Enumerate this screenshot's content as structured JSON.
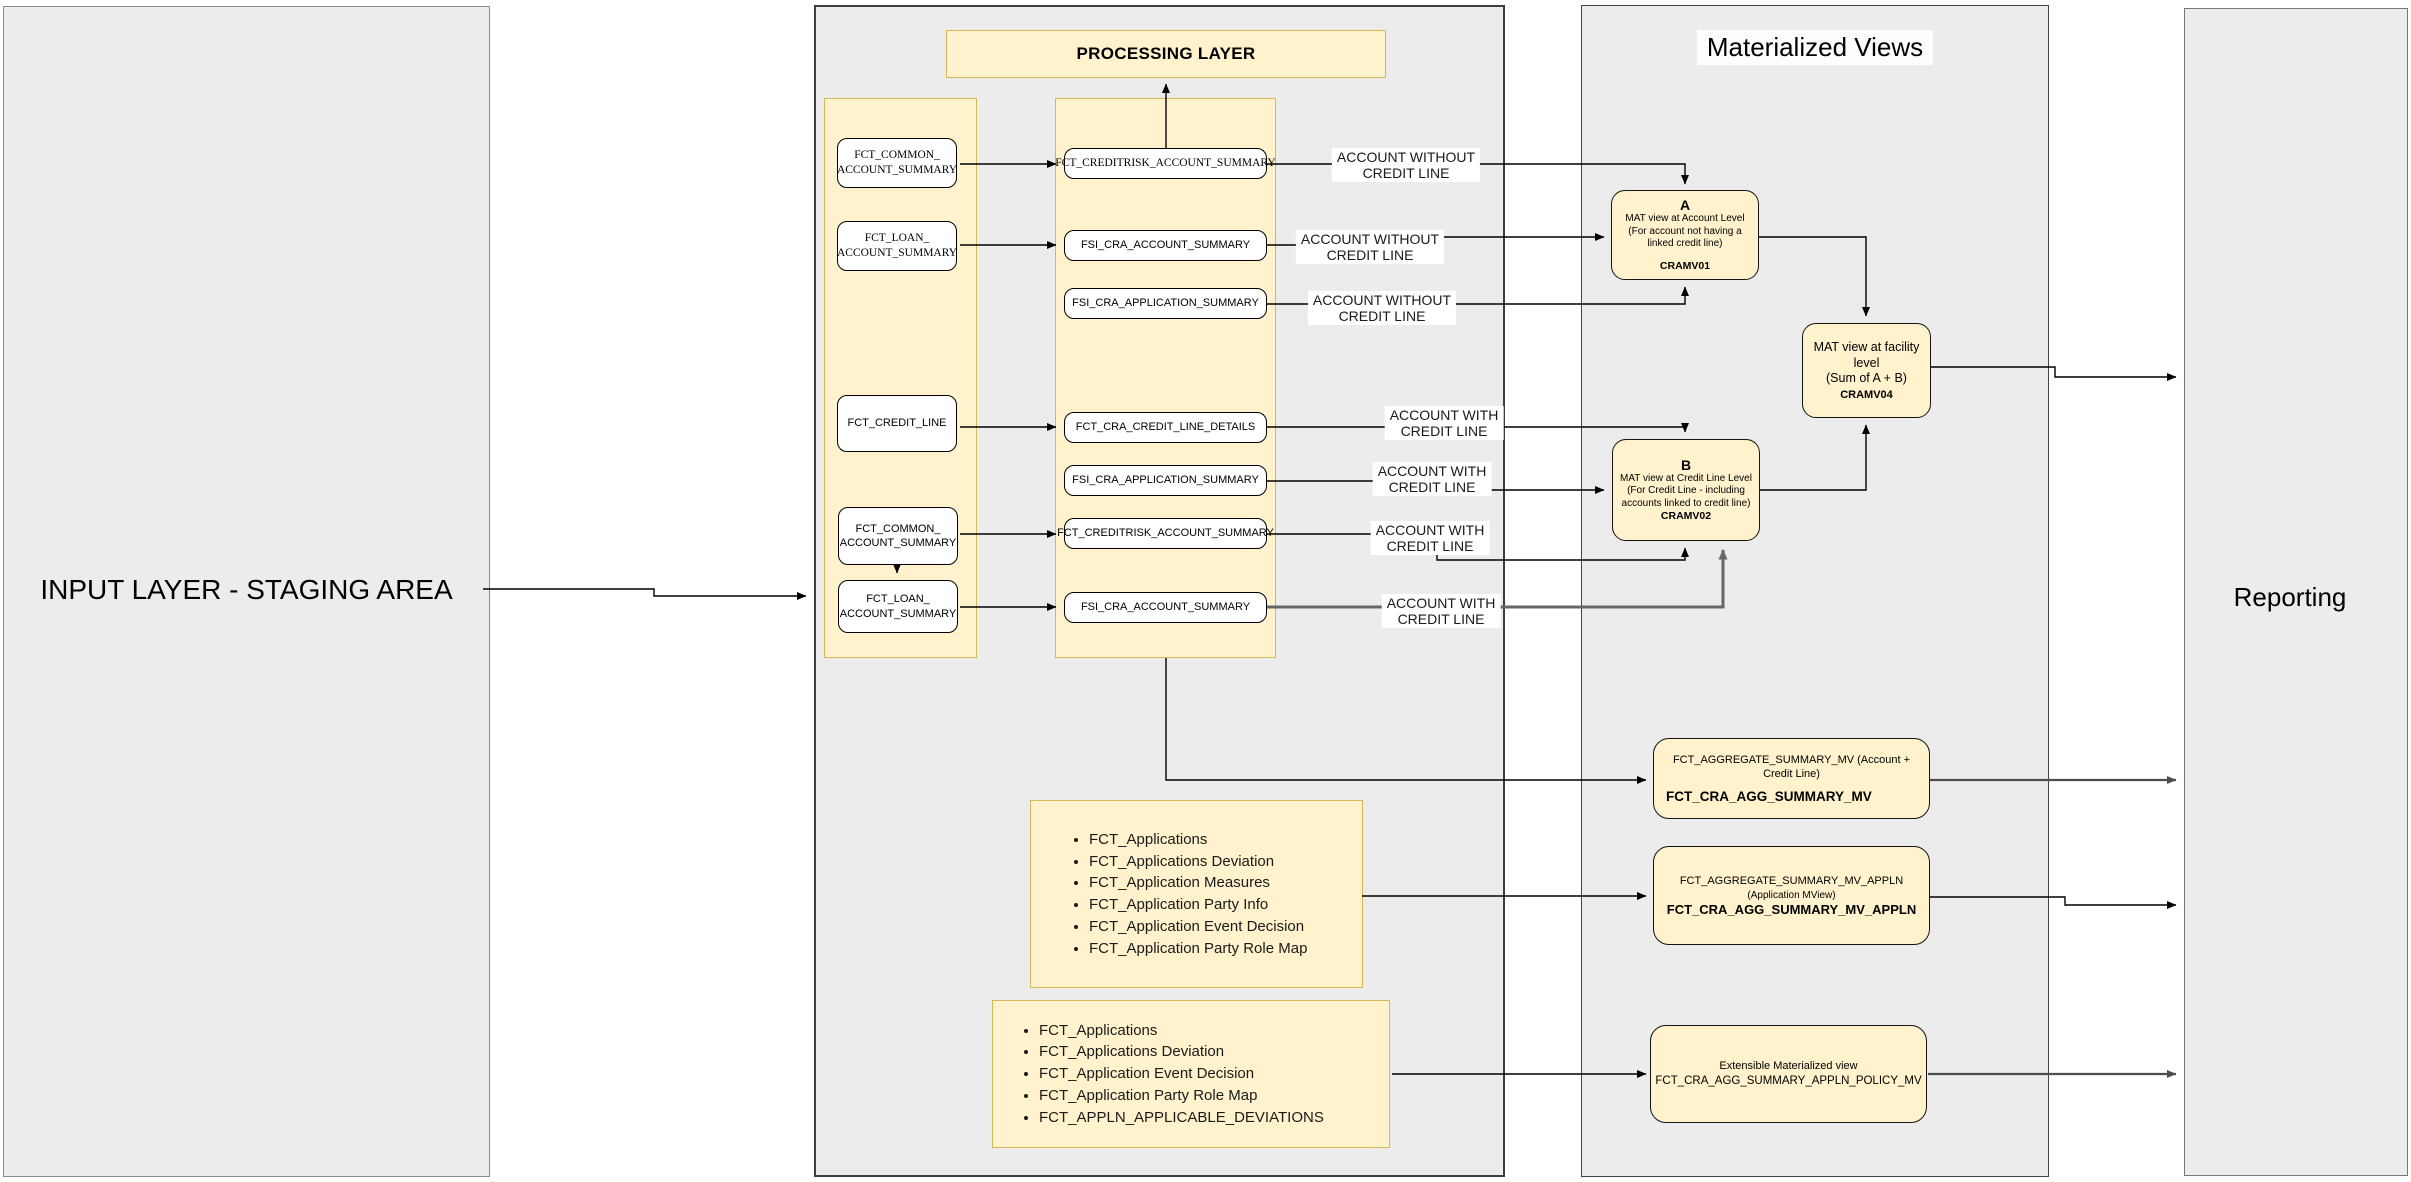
{
  "input_panel": {
    "title": "INPUT LAYER - STAGING AREA"
  },
  "processing_panel": {
    "header": "PROCESSING LAYER",
    "staging_boxes": [
      {
        "label": "FCT_COMMON_\nACCOUNT_SUMMARY"
      },
      {
        "label": "FCT_LOAN_\nACCOUNT_SUMMARY"
      },
      {
        "label": "FCT_CREDIT_LINE"
      },
      {
        "label": "FCT_COMMON_\nACCOUNT_SUMMARY"
      },
      {
        "label": "FCT_LOAN_\nACCOUNT_SUMMARY"
      }
    ],
    "processing_boxes": [
      {
        "label": "FCT_CREDITRISK_ACCOUNT_SUMMARY"
      },
      {
        "label": "FSI_CRA_ACCOUNT_SUMMARY"
      },
      {
        "label": "FSI_CRA_APPLICATION_SUMMARY"
      },
      {
        "label": "FCT_CRA_CREDIT_LINE_DETAILS"
      },
      {
        "label": "FSI_CRA_APPLICATION_SUMMARY"
      },
      {
        "label": "FCT_CREDITRISK_ACCOUNT_SUMMARY"
      },
      {
        "label": "FSI_CRA_ACCOUNT_SUMMARY"
      }
    ],
    "bullet_box_1": {
      "items": [
        "FCT_Applications",
        "FCT_Applications Deviation",
        "FCT_Application Measures",
        "FCT_Application Party Info",
        "FCT_Application Event Decision",
        "FCT_Application Party Role Map"
      ]
    },
    "bullet_box_2": {
      "items": [
        "FCT_Applications",
        "FCT_Applications Deviation",
        "FCT_Application Event Decision",
        "FCT_Application Party Role Map",
        "FCT_APPLN_APPLICABLE_DEVIATIONS"
      ]
    }
  },
  "edge_labels": [
    {
      "text": "ACCOUNT WITHOUT\nCREDIT LINE"
    },
    {
      "text": "ACCOUNT WITHOUT\nCREDIT LINE"
    },
    {
      "text": "ACCOUNT WITHOUT\nCREDIT LINE"
    },
    {
      "text": "ACCOUNT WITH\nCREDIT LINE"
    },
    {
      "text": "ACCOUNT WITH\nCREDIT LINE"
    },
    {
      "text": "ACCOUNT WITH\nCREDIT LINE"
    },
    {
      "text": "ACCOUNT WITH\nCREDIT LINE"
    }
  ],
  "mv_panel": {
    "title": "Materialized Views",
    "mat_view_a": {
      "letter": "A",
      "desc": "MAT view at Account Level\n(For account not having a linked credit line)",
      "code": "CRAMV01"
    },
    "mat_view_b": {
      "letter": "B",
      "desc": "MAT view at Credit Line Level\n(For Credit Line - including accounts linked to credit line)",
      "code": "CRAMV02"
    },
    "mat_view_facility": {
      "desc": "MAT view at facility level\n(Sum of A + B)",
      "code": "CRAMV04"
    },
    "agg_summary_mv": {
      "title": "FCT_AGGREGATE_SUMMARY_MV (Account + Credit Line)",
      "name": "FCT_CRA_AGG_SUMMARY_MV"
    },
    "agg_summary_mv_appln": {
      "title": "FCT_AGGREGATE_SUMMARY_MV_APPLN",
      "subtitle": "(Application MView)",
      "name": "FCT_CRA_AGG_SUMMARY_MV_APPLN"
    },
    "agg_appln_policy_mv": {
      "title": "Extensible Materialized view",
      "name": "FCT_CRA_AGG_SUMMARY_APPLN_POLICY_MV"
    }
  },
  "reporting_panel": {
    "title": "Reporting"
  },
  "colors": {
    "node_fill": "#fff2cc",
    "node_border": "#d6b656",
    "panel_fill": "#ececec",
    "connector": "#000000",
    "connector_gray": "#666666"
  }
}
